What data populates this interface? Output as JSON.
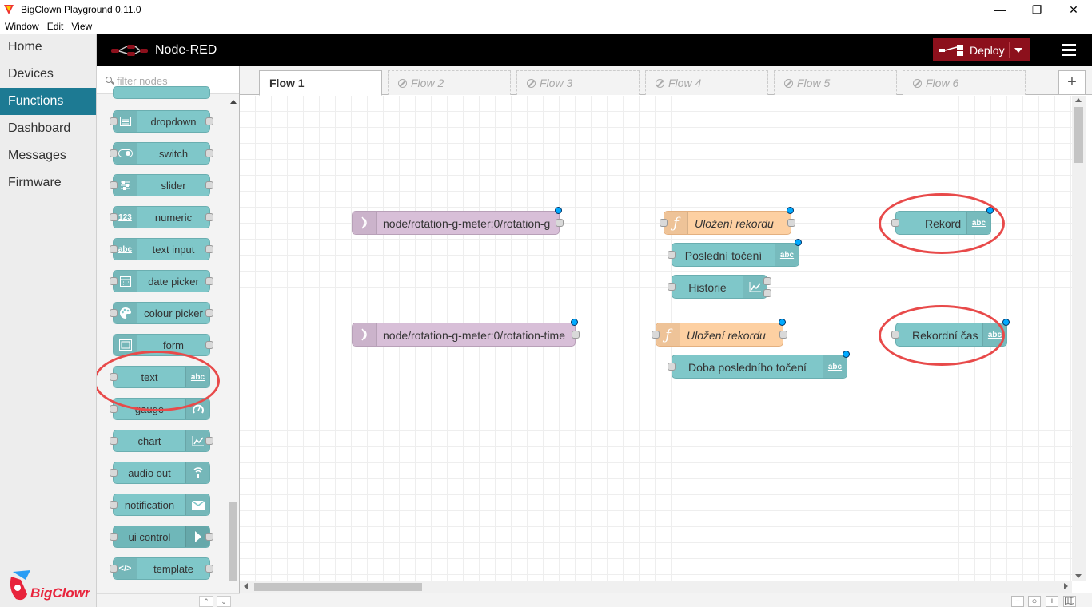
{
  "window": {
    "title": "BigClown Playground 0.11.0",
    "minimize": "—",
    "maximize": "❐",
    "close": "✕"
  },
  "menubar": [
    "Window",
    "Edit",
    "View"
  ],
  "left_nav": {
    "items": [
      "Home",
      "Devices",
      "Functions",
      "Dashboard",
      "Messages",
      "Firmware"
    ],
    "active": "Functions",
    "logo_text": "BigClown"
  },
  "header": {
    "title": "Node-RED",
    "deploy_label": "Deploy"
  },
  "palette": {
    "filter_placeholder": "filter nodes",
    "nodes": [
      {
        "label": "dropdown",
        "icon": "list-icon"
      },
      {
        "label": "switch",
        "icon": "toggle-icon"
      },
      {
        "label": "slider",
        "icon": "sliders-icon"
      },
      {
        "label": "numeric",
        "icon": "123-icon",
        "icon_text": "123"
      },
      {
        "label": "text input",
        "icon": "abc-icon",
        "icon_text": "abc"
      },
      {
        "label": "date picker",
        "icon": "calendar-icon"
      },
      {
        "label": "colour picker",
        "icon": "palette-icon"
      },
      {
        "label": "form",
        "icon": "form-icon"
      },
      {
        "label": "text",
        "icon": "abc-icon",
        "icon_text": "abc"
      },
      {
        "label": "gauge",
        "icon": "gauge-icon"
      },
      {
        "label": "chart",
        "icon": "chart-icon"
      },
      {
        "label": "audio out",
        "icon": "audio-icon"
      },
      {
        "label": "notification",
        "icon": "envelope-icon"
      },
      {
        "label": "ui control",
        "icon": "control-icon"
      },
      {
        "label": "template",
        "icon": "code-icon",
        "icon_text": "</>"
      }
    ]
  },
  "tabs": [
    "Flow 1",
    "Flow 2",
    "Flow 3",
    "Flow 4",
    "Flow 5",
    "Flow 6"
  ],
  "active_tab": "Flow 1",
  "add_tab": "+",
  "flow_nodes": {
    "mqtt1": "node/rotation-g-meter:0/rotation-g",
    "func1": "Uložení rekordu",
    "text1": "Rekord",
    "text2": "Poslední točení",
    "chart1": "Historie",
    "mqtt2": "node/rotation-g-meter:0/rotation-time",
    "func2": "Uložení rekordu",
    "text3": "Rekordní čas",
    "text4": "Doba posledního točení"
  },
  "abc": "abc",
  "footer": {
    "zoom_out": "−",
    "zoom_reset": "○",
    "zoom_in": "+"
  },
  "colors": {
    "nav_active": "#1d7a93",
    "deploy": "#8c101c",
    "ui_node": "#7fc7c9",
    "function_node": "#fdd0a2",
    "mqtt_node": "#d8bfd8",
    "highlight_ring": "#e84a4a"
  }
}
